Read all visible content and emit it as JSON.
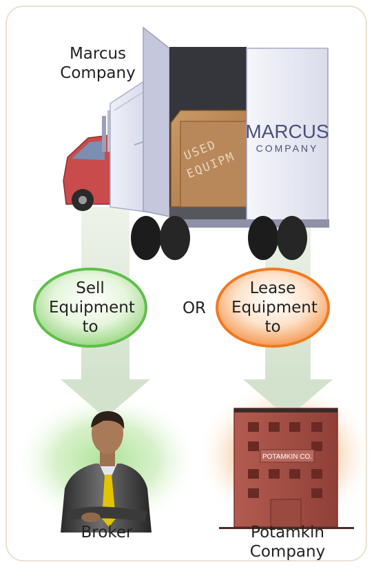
{
  "source_company": {
    "line1": "Marcus",
    "line2": "Company"
  },
  "truck": {
    "door_brand": {
      "line1": "MARCUS",
      "line2": "COMPANY"
    },
    "crate_stamp": {
      "line1": "USED",
      "line2": "EQUIPM"
    }
  },
  "options": {
    "sell": {
      "line1": "Sell",
      "line2": "Equipment",
      "line3": "to",
      "color": "#5fbf4a"
    },
    "connector": "OR",
    "lease": {
      "line1": "Lease",
      "line2": "Equipment",
      "line3": "to",
      "color": "#f07a22"
    }
  },
  "broker": {
    "label": "Broker",
    "glow_color": "#7fd06a"
  },
  "potamkin": {
    "building_sign": "POTAMKIN CO.",
    "label_line1": "Potamkin",
    "label_line2": "Company",
    "glow_color": "#f4a15c"
  },
  "colors": {
    "frame_border": "#e9e1cf",
    "arrow": "#d9e6d4",
    "truck_body": "#dfe1f0",
    "cab": "#c94b4b",
    "crate": "#b07a4a",
    "building": "#a8534a"
  }
}
